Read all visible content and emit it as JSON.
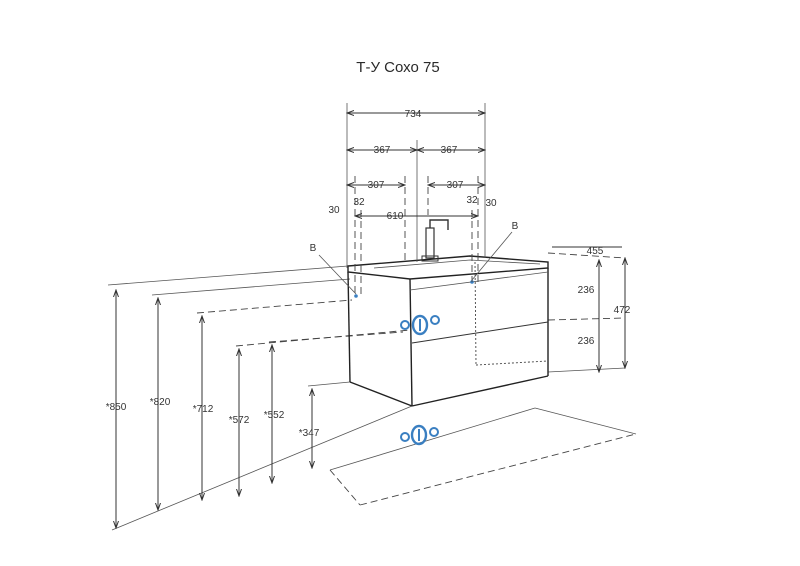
{
  "title": "Т-У Сохо 75",
  "widths": {
    "overall": "734",
    "half_left": "367",
    "half_right": "367",
    "inset_left": "307",
    "inset_right": "307",
    "basin": "610",
    "side_left_outer": "30",
    "side_left_inner": "32",
    "side_right_inner": "32",
    "side_right_outer": "30"
  },
  "depth": "455",
  "heights": {
    "cabinet": "472",
    "drawer_top": "236",
    "drawer_bottom": "236",
    "h850": "*850",
    "h820": "*820",
    "h712": "*712",
    "h572": "*572",
    "h552": "*552",
    "h347": "*347"
  },
  "markers": {
    "left": "B",
    "right": "B"
  },
  "colors": {
    "lines": "#333333",
    "connection_points": "#3a7fc1"
  }
}
